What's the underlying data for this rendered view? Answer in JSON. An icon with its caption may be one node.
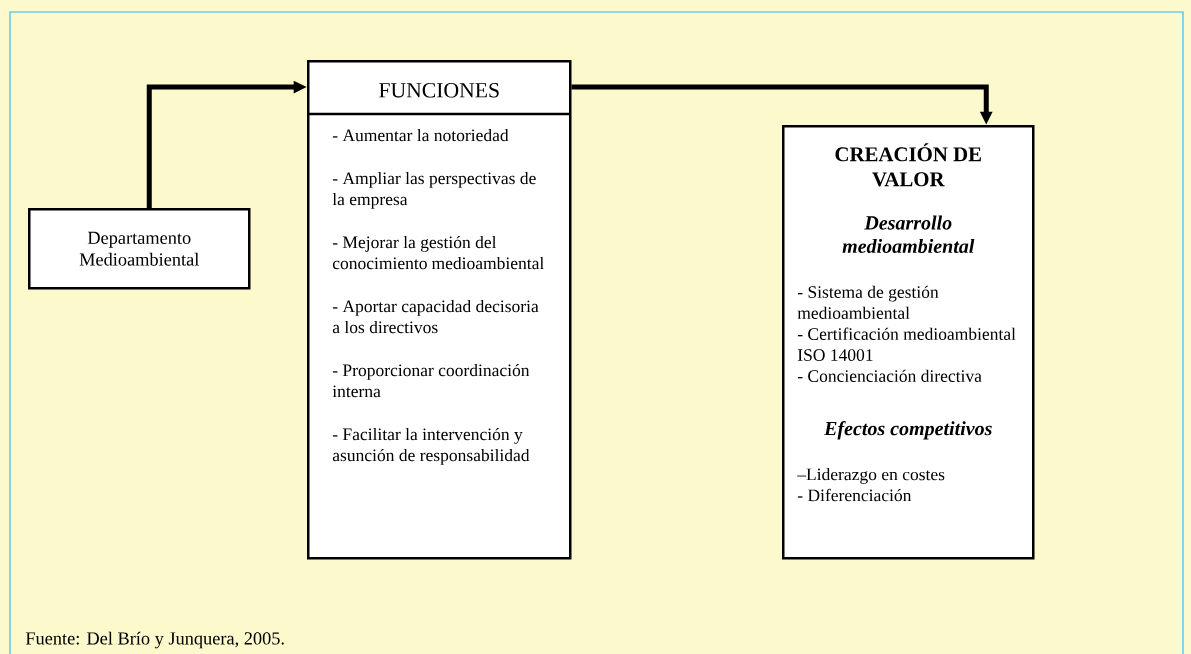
{
  "diagram": {
    "nodes": [
      {
        "text": [
          "Departamento Medioambiental"
        ]
      },
      {
        "text": [
          "FUNCIONES",
          "- Aumentar la notoriedad",
          "- Ampliar las perspectivas de la empresa",
          "- Mejorar la gestión del conocimiento medioambiental",
          "- Aportar capacidad decisoria a los directivos",
          "- Proporcionar coordinación interna",
          "- Facilitar la intervención y asunción de responsabilidad"
        ]
      },
      {
        "text": [
          "CREACIÓN DE VALOR",
          "Desarrollo medioambiental",
          "- Sistema de gestión medioambiental",
          "- Certificación medioambiental ISO 14001",
          "- Concienciación directiva",
          "Efectos competitivos",
          "–Liderazgo en costes",
          "- Diferenciación"
        ]
      }
    ],
    "edges": [
      {
        "from": 0,
        "to": 1,
        "arrow": "to"
      },
      {
        "from": 1,
        "to": 2,
        "arrow": "to"
      }
    ],
    "labels": [
      "Fuente: Del Brío y Junquera, 2005."
    ]
  }
}
